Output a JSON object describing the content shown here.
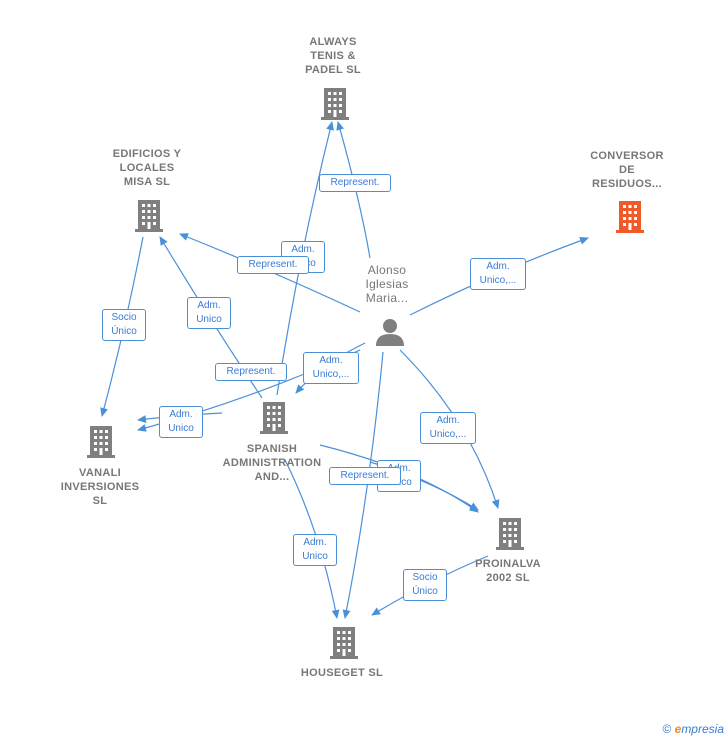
{
  "colors": {
    "edge": "#4a90d9",
    "node": "#808080",
    "highlight": "#f05a28"
  },
  "nodes": {
    "always": {
      "label": "ALWAYS\nTENIS &\nPADEL SL"
    },
    "edificios": {
      "label": "EDIFICIOS Y\nLOCALES\nMISA  SL"
    },
    "conversor": {
      "label": "CONVERSOR\nDE\nRESIDUOS..."
    },
    "alonso": {
      "label": "Alonso\nIglesias\nMaria..."
    },
    "vanali": {
      "label": "VANALI\nINVERSIONES\nSL"
    },
    "spanish": {
      "label": "SPANISH\nADMINISTRATION\nAND..."
    },
    "proinalva": {
      "label": "PROINALVA\n2002  SL"
    },
    "houseget": {
      "label": "HOUSEGET  SL"
    }
  },
  "edge_labels": {
    "represent_always": "Represent.",
    "adm_always": "Adm.\nUnico",
    "represent_edif": "Represent.",
    "adm_conversor": "Adm.\nUnico,...",
    "socio_vanali": "Socio\nÚnico",
    "adm_edif": "Adm.\nUnico",
    "represent_spanish": "Represent.",
    "adm_alonso_vanali": "Adm.\nUnico,...",
    "adm_vanali": "Adm.\nUnico",
    "adm_proinalva": "Adm.\nUnico,...",
    "adm_spanish_proinalva": "Adm.\nUnico",
    "represent_proinalva": "Represent.",
    "adm_houseget": "Adm.\nUnico",
    "socio_houseget": "Socio\nÚnico"
  },
  "footer": {
    "copyright": "©",
    "brand_first": "e",
    "brand_rest": "mpresia"
  }
}
